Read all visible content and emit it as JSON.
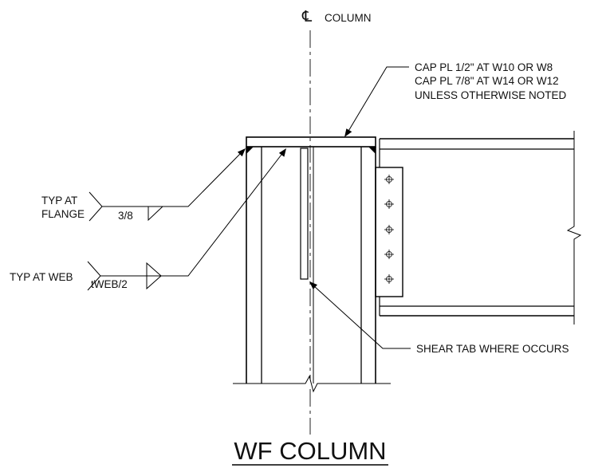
{
  "centerline": {
    "symbol": "℄",
    "label": "COLUMN"
  },
  "cap_plate_note": {
    "lines": [
      "CAP PL 1/2\" AT W10 OR W8",
      "CAP PL 7/8\" AT W14 OR W12",
      "UNLESS OTHERWISE NOTED"
    ]
  },
  "weld_flange": {
    "label_lines": [
      "TYP AT",
      "FLANGE"
    ],
    "size": "3/8"
  },
  "weld_web": {
    "label": "TYP AT WEB",
    "size": "tWEB/2"
  },
  "shear_tab_note": "SHEAR TAB WHERE OCCURS",
  "title": "WF COLUMN"
}
